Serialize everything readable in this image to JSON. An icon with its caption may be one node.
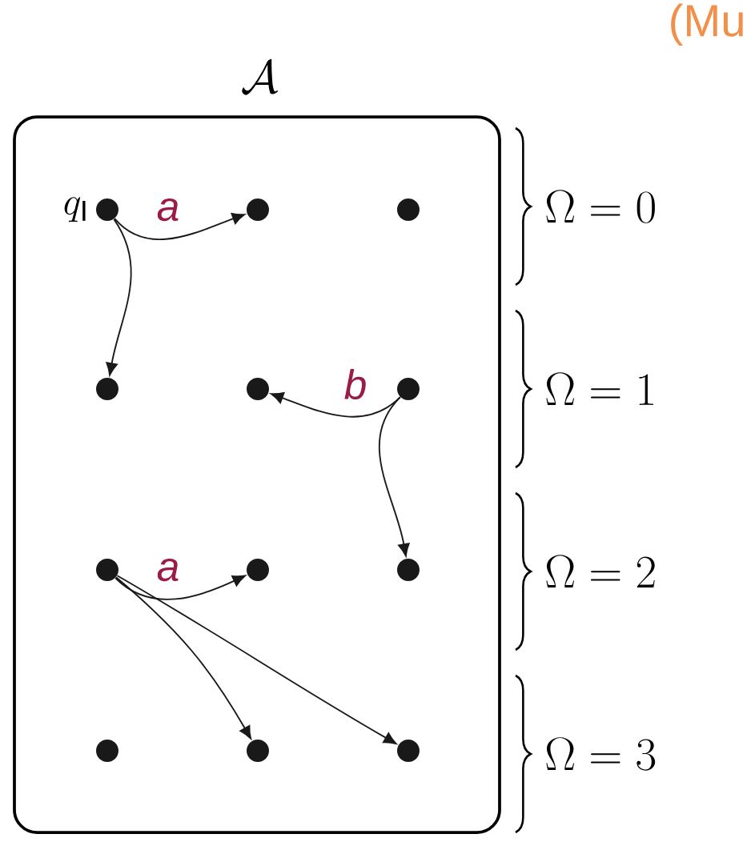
{
  "diagram": {
    "nodes": [
      {
        "text": [
          "\\mathcal{A}"
        ]
      },
      {
        "text": [],
        "shape": "circle",
        "in": 0,
        "beside": [
          "q_{\\mathrm{I}}"
        ]
      },
      {
        "text": [],
        "shape": "circle",
        "in": 0
      },
      {
        "text": [],
        "shape": "circle",
        "in": 0
      },
      {
        "text": [],
        "shape": "circle",
        "in": 0
      },
      {
        "text": [],
        "shape": "circle",
        "in": 0
      },
      {
        "text": [],
        "shape": "circle",
        "in": 0
      },
      {
        "text": [],
        "shape": "circle",
        "in": 0
      },
      {
        "text": [],
        "shape": "circle",
        "in": 0
      },
      {
        "text": [],
        "shape": "circle",
        "in": 0
      },
      {
        "text": [],
        "shape": "circle",
        "in": 0
      },
      {
        "text": [],
        "shape": "circle",
        "in": 0
      },
      {
        "text": [],
        "shape": "circle",
        "in": 0
      }
    ],
    "edges": [
      {
        "from": 1,
        "to": 2,
        "arrow": "to",
        "label": "a"
      },
      {
        "from": 1,
        "to": 4,
        "arrow": "to"
      },
      {
        "from": 6,
        "to": 5,
        "arrow": "to",
        "label": "b"
      },
      {
        "from": 6,
        "to": 9,
        "arrow": "to"
      },
      {
        "from": 7,
        "to": 8,
        "arrow": "to",
        "label": "a"
      },
      {
        "from": 7,
        "to": 11,
        "arrow": "to"
      },
      {
        "from": 7,
        "to": 12,
        "arrow": "to"
      }
    ],
    "labels": [
      "(Mu",
      "\\Omega = 0",
      "\\Omega = 1",
      "\\Omega = 2",
      "\\Omega = 3"
    ]
  }
}
